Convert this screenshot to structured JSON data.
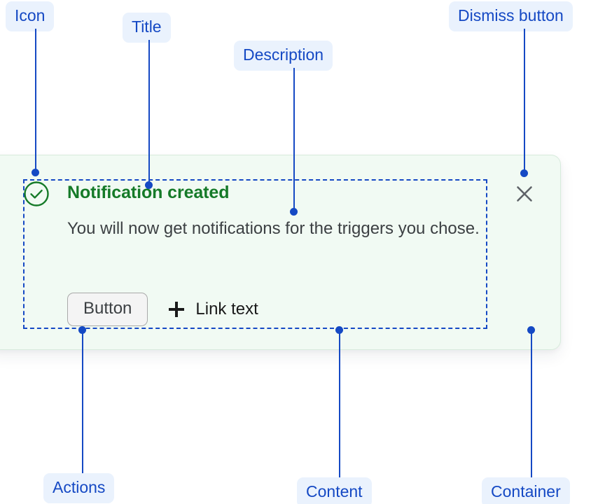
{
  "annotations": [
    {
      "key": "icon",
      "label": "Icon"
    },
    {
      "key": "title",
      "label": "Title"
    },
    {
      "key": "desc",
      "label": "Description"
    },
    {
      "key": "dismiss",
      "label": "Dismiss button"
    },
    {
      "key": "actions",
      "label": "Actions"
    },
    {
      "key": "content",
      "label": "Content"
    },
    {
      "key": "container",
      "label": "Container"
    }
  ],
  "toast": {
    "status": "success",
    "icon_name": "check-circle-icon",
    "title": "Notification created",
    "description": "You will now get notifications for the triggers you chose.",
    "primary_button_label": "Button",
    "link_label": "Link text",
    "link_icon_name": "plus-icon",
    "dismiss_icon_name": "close-icon"
  },
  "colors": {
    "annotation_blue": "#1549c4",
    "annotation_pill_bg": "#eaf2fd",
    "toast_bg": "#f1faf3",
    "toast_border": "#d7ebdc",
    "success_green": "#157a28",
    "body_text": "#3c4043",
    "button_bg": "#f4f4f4",
    "button_border": "#a9a9a9",
    "dismiss_gray": "#5f6368"
  }
}
